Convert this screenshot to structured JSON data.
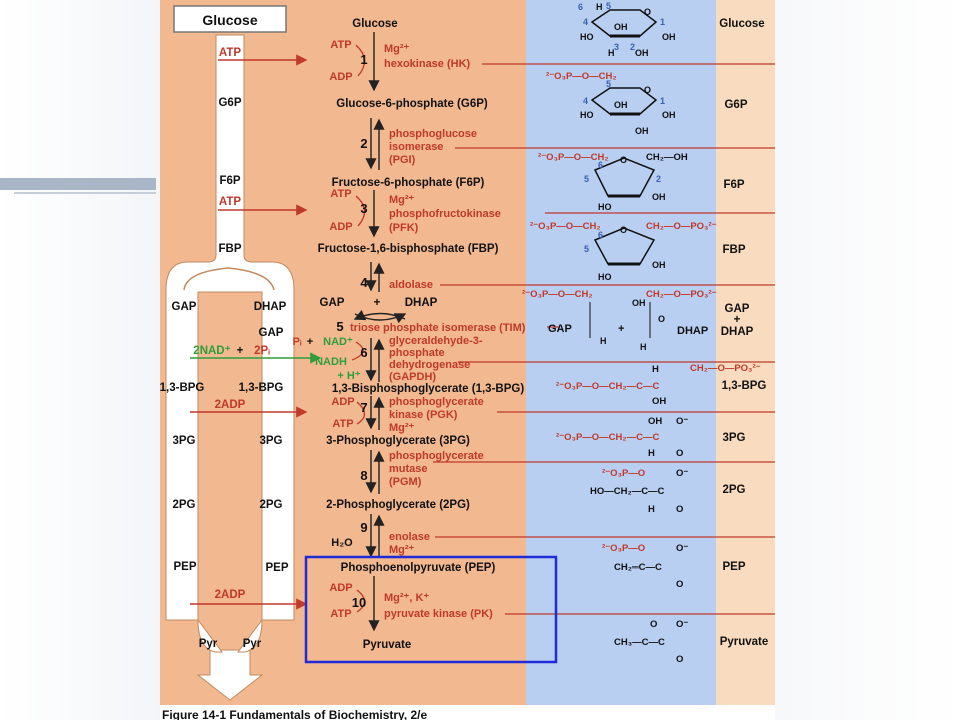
{
  "colors": {
    "orange_panel": "#f2b890",
    "blue_panel": "#b9cff2",
    "peach_panel": "#f9dcc0",
    "enzyme_red": "#c0392b",
    "highlight_box": "#1f2bd6",
    "nad_green": "#2e9e3c"
  },
  "left": {
    "glucose": "Glucose",
    "atp": "ATP",
    "g6p": "G6P",
    "f6p": "F6P",
    "atp2": "ATP",
    "fbp": "FBP",
    "gap": "GAP",
    "dhap": "DHAP",
    "gap2": "GAP",
    "nad": "2NAD⁺",
    "plus": "+",
    "pi": "2Pᵢ",
    "bpg_l": "1,3-BPG",
    "bpg_r": "1,3-BPG",
    "adp1": "2ADP",
    "pg3_l": "3PG",
    "pg3_r": "3PG",
    "pg2_l": "2PG",
    "pg2_r": "2PG",
    "pep_l": "PEP",
    "pep_r": "PEP",
    "adp2": "2ADP",
    "pyr_l": "Pyr",
    "pyr_r": "Pyr"
  },
  "pathway": {
    "glucose": "Glucose",
    "s1": {
      "num": "1",
      "in": "ATP",
      "out": "ADP",
      "cof": "Mg²⁺",
      "enz": "hexokinase (HK)"
    },
    "g6p": "Glucose-6-phosphate (G6P)",
    "s2": {
      "num": "2",
      "enz1": "phosphoglucose",
      "enz2": "isomerase",
      "enz3": "(PGI)"
    },
    "f6p": "Fructose-6-phosphate (F6P)",
    "s3": {
      "num": "3",
      "in": "ATP",
      "out": "ADP",
      "cof": "Mg²⁺",
      "enz1": "phosphofructokinase",
      "enz2": "(PFK)"
    },
    "fbp": "Fructose-1,6-bisphosphate (FBP)",
    "s4": {
      "num": "4",
      "enz": "aldolase"
    },
    "gap": "GAP",
    "plus": "+",
    "dhap": "DHAP",
    "s5": {
      "num": "5",
      "enz": "triose phosphate isomerase (TIM)"
    },
    "s6": {
      "num": "6",
      "pi": "Pᵢ",
      "plus": "+",
      "nad": "NAD⁺",
      "nadh": "NADH",
      "h": "+ H⁺",
      "enz1": "glyceraldehyde-3-",
      "enz2": "phosphate",
      "enz3": "dehydrogenase",
      "enz4": "(GAPDH)"
    },
    "bpg": "1,3-Bisphosphoglycerate (1,3-BPG)",
    "s7": {
      "num": "7",
      "in": "ADP",
      "out": "ATP",
      "enz1": "phosphoglycerate",
      "enz2": "kinase (PGK)",
      "cof": "Mg²⁺"
    },
    "pg3": "3-Phosphoglycerate (3PG)",
    "s8": {
      "num": "8",
      "enz1": "phosphoglycerate",
      "enz2": "mutase",
      "enz3": "(PGM)"
    },
    "pg2": "2-Phosphoglycerate (2PG)",
    "s9": {
      "num": "9",
      "water": "H₂O",
      "enz": "enolase",
      "cof": "Mg²⁺"
    },
    "pep": "Phosphoenolpyruvate (PEP)",
    "s10": {
      "num": "10",
      "in": "ADP",
      "out": "ATP",
      "cof": "Mg²⁺, K⁺",
      "enz": "pyruvate kinase (PK)"
    },
    "pyr": "Pyruvate"
  },
  "structures": {
    "glc_nums": {
      "c6": "6",
      "c5": "5",
      "c4": "4",
      "c3": "3",
      "c2": "2",
      "c1": "1"
    },
    "g6p_group": "²⁻O₃P—O—CH₂",
    "f6p_group": "²⁻O₃P—O—CH₂",
    "f6p_right": "CH₂—OH",
    "fbp_right": "CH₂—O—PO₃²⁻",
    "gap_group": "²⁻O₃P—O—CH₂",
    "gap_label": "GAP",
    "dhap_label": "DHAP",
    "bpg_struct": "²⁻O₃P—O—CH₂—C—C",
    "pg3_struct": "²⁻O₃P—O—CH₂—C—C",
    "pg2_top": "²⁻O₃P—O",
    "pg2_struct": "HO—CH₂—C—C",
    "pep_top": "²⁻O₃P—O",
    "pep_struct": "CH₂═C—C",
    "pyr_struct": "CH₃—C—C",
    "atoms": {
      "O": "O",
      "Ominus": "O⁻",
      "H": "H",
      "OH": "OH",
      "HO": "HO"
    }
  },
  "side_labels": {
    "glucose": "Glucose",
    "g6p": "G6P",
    "f6p": "F6P",
    "fbp": "FBP",
    "gap": "GAP",
    "plus": "+",
    "dhap": "DHAP",
    "bpg": "1,3-BPG",
    "pg3": "3PG",
    "pg2": "2PG",
    "pep": "PEP",
    "pyr": "Pyruvate"
  },
  "caption": "Figure 14-1 Fundamentals of Biochemistry, 2/e"
}
